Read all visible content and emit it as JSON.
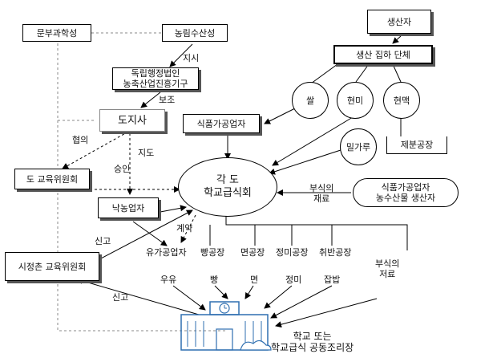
{
  "nodes": {
    "mext": "문부과학성",
    "maff": "농림수산성",
    "alic_1": "독립행정법인",
    "alic_2": "농축산업진흥기구",
    "prefecture": "도지사",
    "pref_board": "도 교육위원회",
    "municipal_board": "시정촌 교육위원회",
    "dairy": "낙농업자",
    "producer": "생산자",
    "collective": "생산 집하 단체",
    "food_processor": "식품가공업자",
    "council_1": "각 도",
    "council_2": "학교급식회",
    "side_supplier_1": "식품가공업자",
    "side_supplier_2": "농수산물 생산자",
    "flour_mill": "제분공장",
    "school_1": "학교 또는",
    "school_2": "학교급식 공동조리장"
  },
  "circles": {
    "rice": "쌀",
    "flour": "밀가루",
    "wheat": "현미",
    "polished": "현맥"
  },
  "factories": [
    "유가공업자",
    "빵공장",
    "면공장",
    "정미공장",
    "취반공장"
  ],
  "products": [
    "우유",
    "빵",
    "면",
    "정미",
    "잡밥"
  ],
  "labels": {
    "instruct": "지시",
    "subsidy": "보조",
    "consult": "협의",
    "guidance": "지도",
    "approval": "승인",
    "contract": "계약",
    "report_upper": "신고",
    "report_lower": "신고",
    "side_material_1": "부식의",
    "side_material_2": "재료",
    "side_dish_1": "부식의",
    "side_dish_2": "저료"
  }
}
